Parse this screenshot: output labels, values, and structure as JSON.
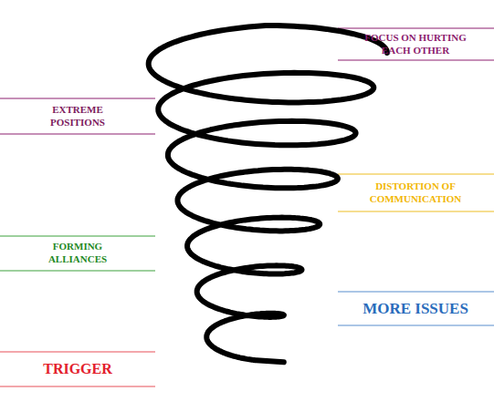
{
  "diagram": {
    "labels": [
      "FOCUS ON HURTING EACH OTHER",
      "EXTREME POSITIONS",
      "DISTORTION OF COMMUNICATION",
      "FORMING ALLIANCES",
      "MORE ISSUES",
      "TRIGGER"
    ]
  }
}
